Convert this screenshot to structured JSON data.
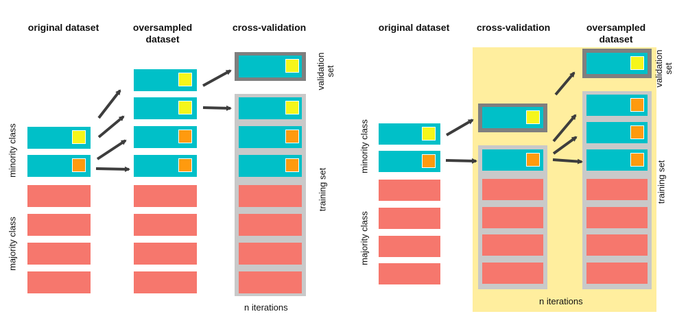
{
  "left_diagram": {
    "headers": {
      "original": "original dataset",
      "oversampled": "oversampled dataset",
      "cross_validation": "cross-validation"
    },
    "labels": {
      "minority": "minority class",
      "majority": "majority class",
      "validation": "validation set",
      "training": "training set",
      "iterations": "n iterations"
    }
  },
  "right_diagram": {
    "headers": {
      "original": "original dataset",
      "cross_validation": "cross-validation",
      "oversampled": "oversampled dataset"
    },
    "labels": {
      "minority": "minority class",
      "majority": "majority class",
      "validation": "validation set",
      "training": "training set",
      "iterations": "n iterations"
    }
  },
  "colors": {
    "minority_bar": "#00c0c8",
    "majority_bar": "#f6776d",
    "sample_marker_a": "#f6f61a",
    "sample_marker_b": "#ff9a0e",
    "frame": "#c9c9c9",
    "validation_frame": "#7f7f7f",
    "panel": "#ffee9e",
    "arrow": "#3d3d3d"
  }
}
